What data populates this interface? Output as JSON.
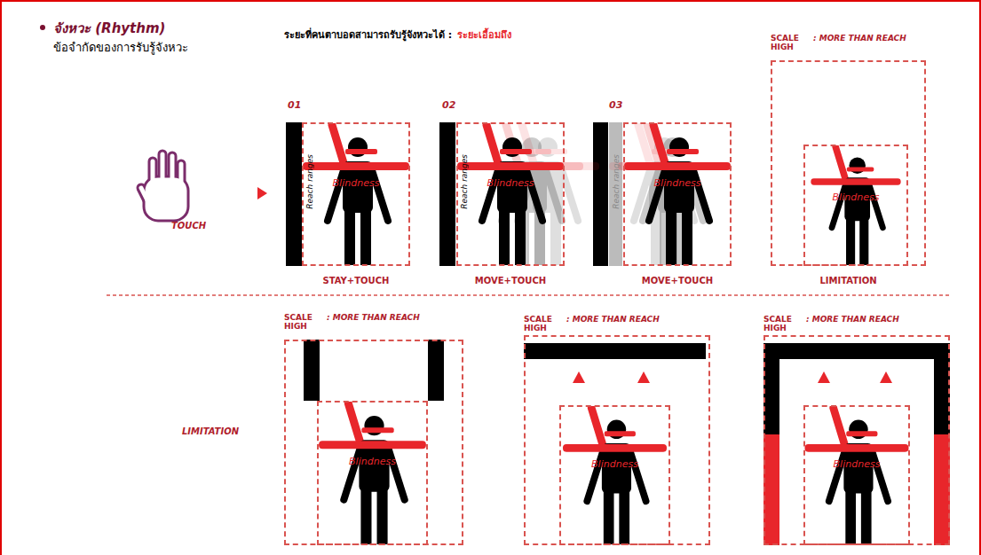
{
  "diagram": {
    "nodes": [
      {
        "text": [
          "01",
          "Blindness",
          "Reach ranges",
          "STAY+TOUCH"
        ]
      },
      {
        "text": [
          "02",
          "Blindness",
          "Reach ranges",
          "MOVE+TOUCH"
        ]
      },
      {
        "text": [
          "03",
          "Blindness",
          "Reach ranges",
          "MOVE+TOUCH"
        ]
      },
      {
        "text": [
          "SCALE HIGH",
          ": MORE THAN REACH",
          "LIMITATION"
        ]
      },
      {
        "text": [
          "Blindness"
        ],
        "in": 3
      },
      {
        "text": [
          "SCALE HIGH",
          ": MORE THAN REACH"
        ]
      },
      {
        "text": [
          "Blindness"
        ],
        "in": 5
      },
      {
        "text": [
          "SCALE HIGH",
          ": MORE THAN REACH"
        ]
      },
      {
        "text": [
          "Blindness"
        ],
        "in": 7
      },
      {
        "text": [
          "SCALE HIGH",
          ": MORE THAN REACH"
        ]
      },
      {
        "text": [
          "Blindness"
        ],
        "in": 9
      }
    ],
    "labels": [
      "จังหวะ (Rhythm)",
      "ข้อจำกัดของการรับรู้จังหวะ",
      "ระยะที่คนตาบอดสามารถรับรู้จังหวะได้ :",
      "ระยะเอื้อมถึง",
      "TOUCH",
      "LIMITATION"
    ]
  }
}
